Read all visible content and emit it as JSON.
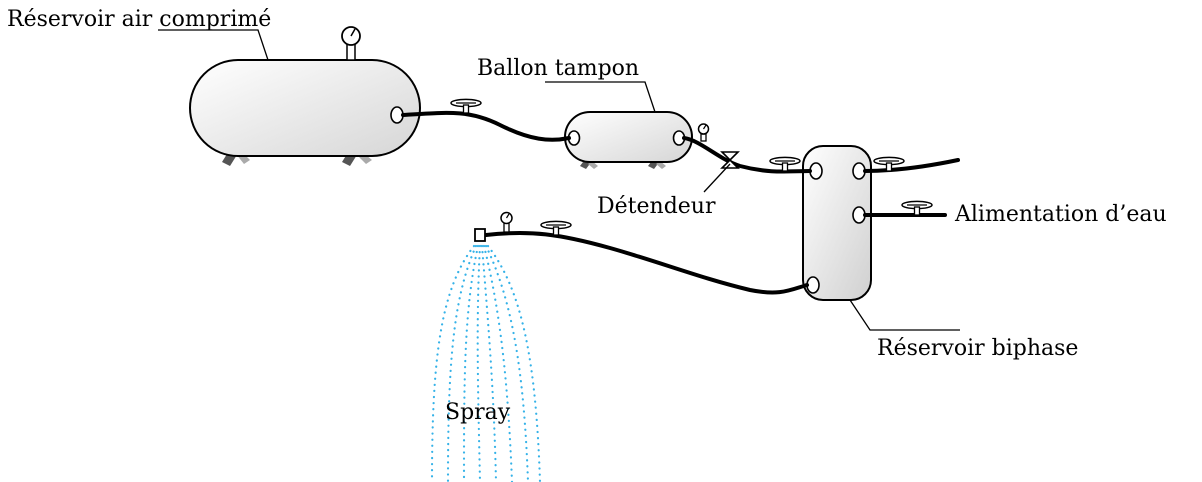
{
  "labels": {
    "air_tank": "Réservoir air comprimé",
    "buffer_tank": "Ballon tampon",
    "regulator": "Détendeur",
    "water_supply": "Alimentation d’eau",
    "two_phase_tank": "Réservoir biphase",
    "spray": "Spray"
  },
  "icons": [
    "pressure-gauge-icon",
    "handwheel-valve-icon",
    "pressure-regulator-icon",
    "spray-nozzle-icon"
  ],
  "colors": {
    "line": "#000000",
    "spray": "#35b2e8",
    "tank_fill_light": "#ffffff",
    "tank_fill_dark": "#d6d6d6"
  }
}
